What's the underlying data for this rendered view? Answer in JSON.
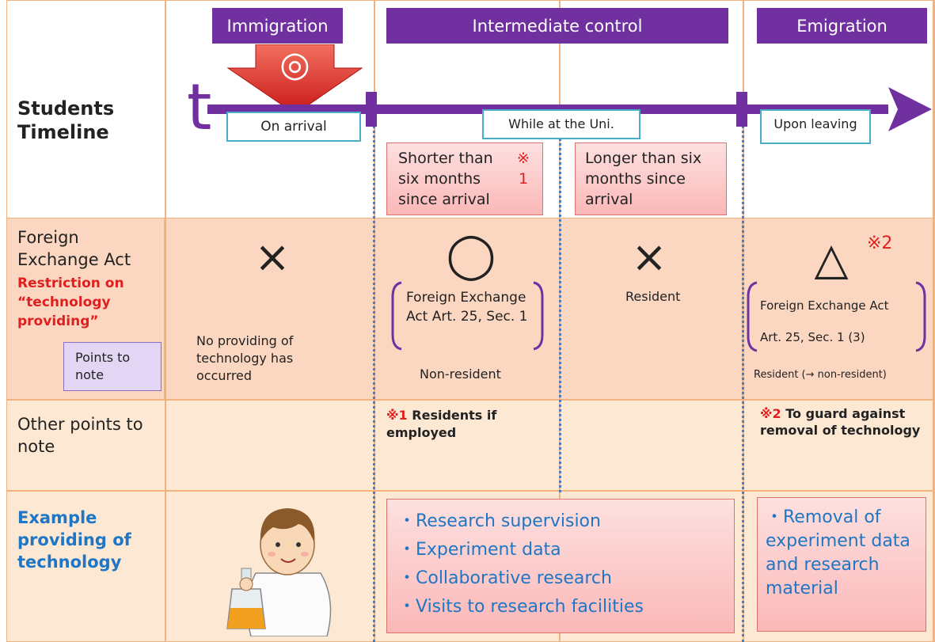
{
  "headers": {
    "immigration": "Immigration",
    "intermediate": "Intermediate control",
    "emigration": "Emigration"
  },
  "timeline": {
    "row_label": "Students Timeline",
    "t_symbol": "t",
    "arrow_mark": "◎",
    "on_arrival": "On arrival",
    "while_at_uni": "While at the Uni.",
    "upon_leaving": "Upon leaving",
    "shorter_box": "Shorter than six months since arrival",
    "shorter_note": "※ 1",
    "longer_box": "Longer than six months since arrival"
  },
  "fea_row": {
    "label": "Foreign Exchange Act",
    "restriction": "Restriction on “technology providing”",
    "points_button": "Points to note",
    "imm_symbol": "×",
    "imm_text": "No providing of technology has occurred",
    "short_symbol": "◯",
    "short_bracket": "Foreign Exchange Act Art. 25, Sec. 1",
    "short_status": "Non-resident",
    "long_symbol": "×",
    "long_status": "Resident",
    "emig_symbol": "△",
    "emig_note": "※2",
    "emig_bracket_l1": "Foreign Exchange Act",
    "emig_bracket_l2": "Art. 25, Sec. 1 (3)",
    "emig_status": "Resident (→ non-resident)"
  },
  "other_row": {
    "label": "Other points to note",
    "note1_mark": "※1",
    "note1_text": "Residents if employed",
    "note2_mark": "※2",
    "note2_text": "To guard against removal of technology"
  },
  "example_row": {
    "label": "Example providing of technology",
    "uni_items": [
      "・Research supervision",
      "・Experiment data",
      "・Collaborative research",
      "・Visits to research facilities"
    ],
    "emig_text": "・Removal of experiment data and research material"
  },
  "colors": {
    "purple": "#7030a0",
    "border": "#f2b27f",
    "red": "#e02020",
    "blue": "#1f76c4",
    "teal": "#4aaec6"
  }
}
